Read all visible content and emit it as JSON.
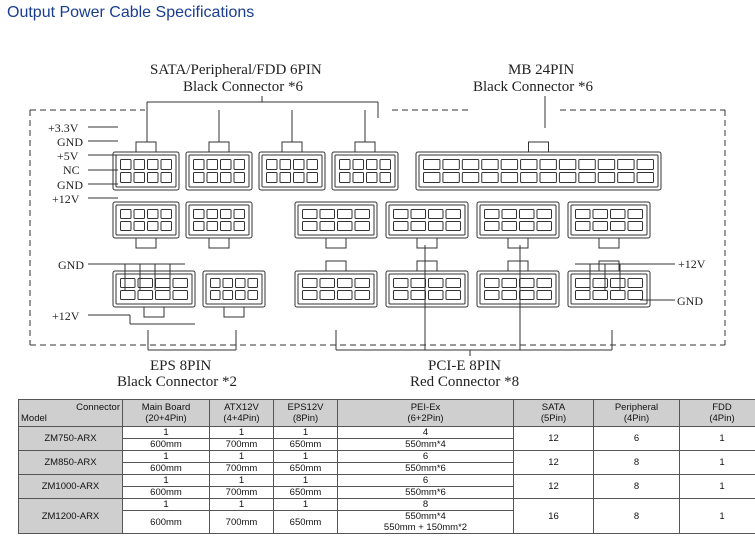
{
  "page_title": "Output Power Cable Specifications",
  "diagram": {
    "top_left_label_1": "SATA/Peripheral/FDD 6PIN",
    "top_left_label_2": "Black Connector *6",
    "top_right_label_1": "MB 24PIN",
    "top_right_label_2": "Black Connector *6",
    "pin_labels": [
      "+3.3V",
      "GND",
      "+5V",
      "NC",
      "GND",
      "+12V"
    ],
    "eps_gnd": "GND",
    "eps_12v": "+12V",
    "pcie_12v": "+12V",
    "pcie_gnd": "GND",
    "bottom_left_label_1": "EPS 8PIN",
    "bottom_left_label_2": "Black Connector *2",
    "bottom_right_label_1": "PCI-E 8PIN",
    "bottom_right_label_2": "Red Connector *8"
  },
  "table": {
    "corner_top": "Connector",
    "corner_bottom": "Model",
    "headers": [
      [
        "Main Board",
        "(20+4Pin)"
      ],
      [
        "ATX12V",
        "(4+4Pin)"
      ],
      [
        "EPS12V",
        "(8Pin)"
      ],
      [
        "PEI-Ex",
        "(6+2Pin)"
      ],
      [
        "SATA",
        "(5Pin)"
      ],
      [
        "Peripheral",
        "(4Pin)"
      ],
      [
        "FDD",
        "(4Pin)"
      ]
    ],
    "rows": [
      {
        "model": "ZM750-ARX",
        "mb": [
          "1",
          "600mm"
        ],
        "atx": [
          "1",
          "700mm"
        ],
        "eps": [
          "1",
          "650mm"
        ],
        "pcie": [
          "4",
          "550mm*4",
          ""
        ],
        "sata": "12",
        "peripheral": "6",
        "fdd": "1"
      },
      {
        "model": "ZM850-ARX",
        "mb": [
          "1",
          "600mm"
        ],
        "atx": [
          "1",
          "700mm"
        ],
        "eps": [
          "1",
          "650mm"
        ],
        "pcie": [
          "6",
          "550mm*6",
          ""
        ],
        "sata": "12",
        "peripheral": "8",
        "fdd": "1"
      },
      {
        "model": "ZM1000-ARX",
        "mb": [
          "1",
          "600mm"
        ],
        "atx": [
          "1",
          "700mm"
        ],
        "eps": [
          "1",
          "650mm"
        ],
        "pcie": [
          "6",
          "550mm*6",
          ""
        ],
        "sata": "12",
        "peripheral": "8",
        "fdd": "1"
      },
      {
        "model": "ZM1200-ARX",
        "mb": [
          "1",
          "600mm"
        ],
        "atx": [
          "1",
          "700mm"
        ],
        "eps": [
          "1",
          "650mm"
        ],
        "pcie": [
          "8",
          "550mm*4",
          "550mm + 150mm*2"
        ],
        "sata": "16",
        "peripheral": "8",
        "fdd": "1"
      }
    ]
  }
}
